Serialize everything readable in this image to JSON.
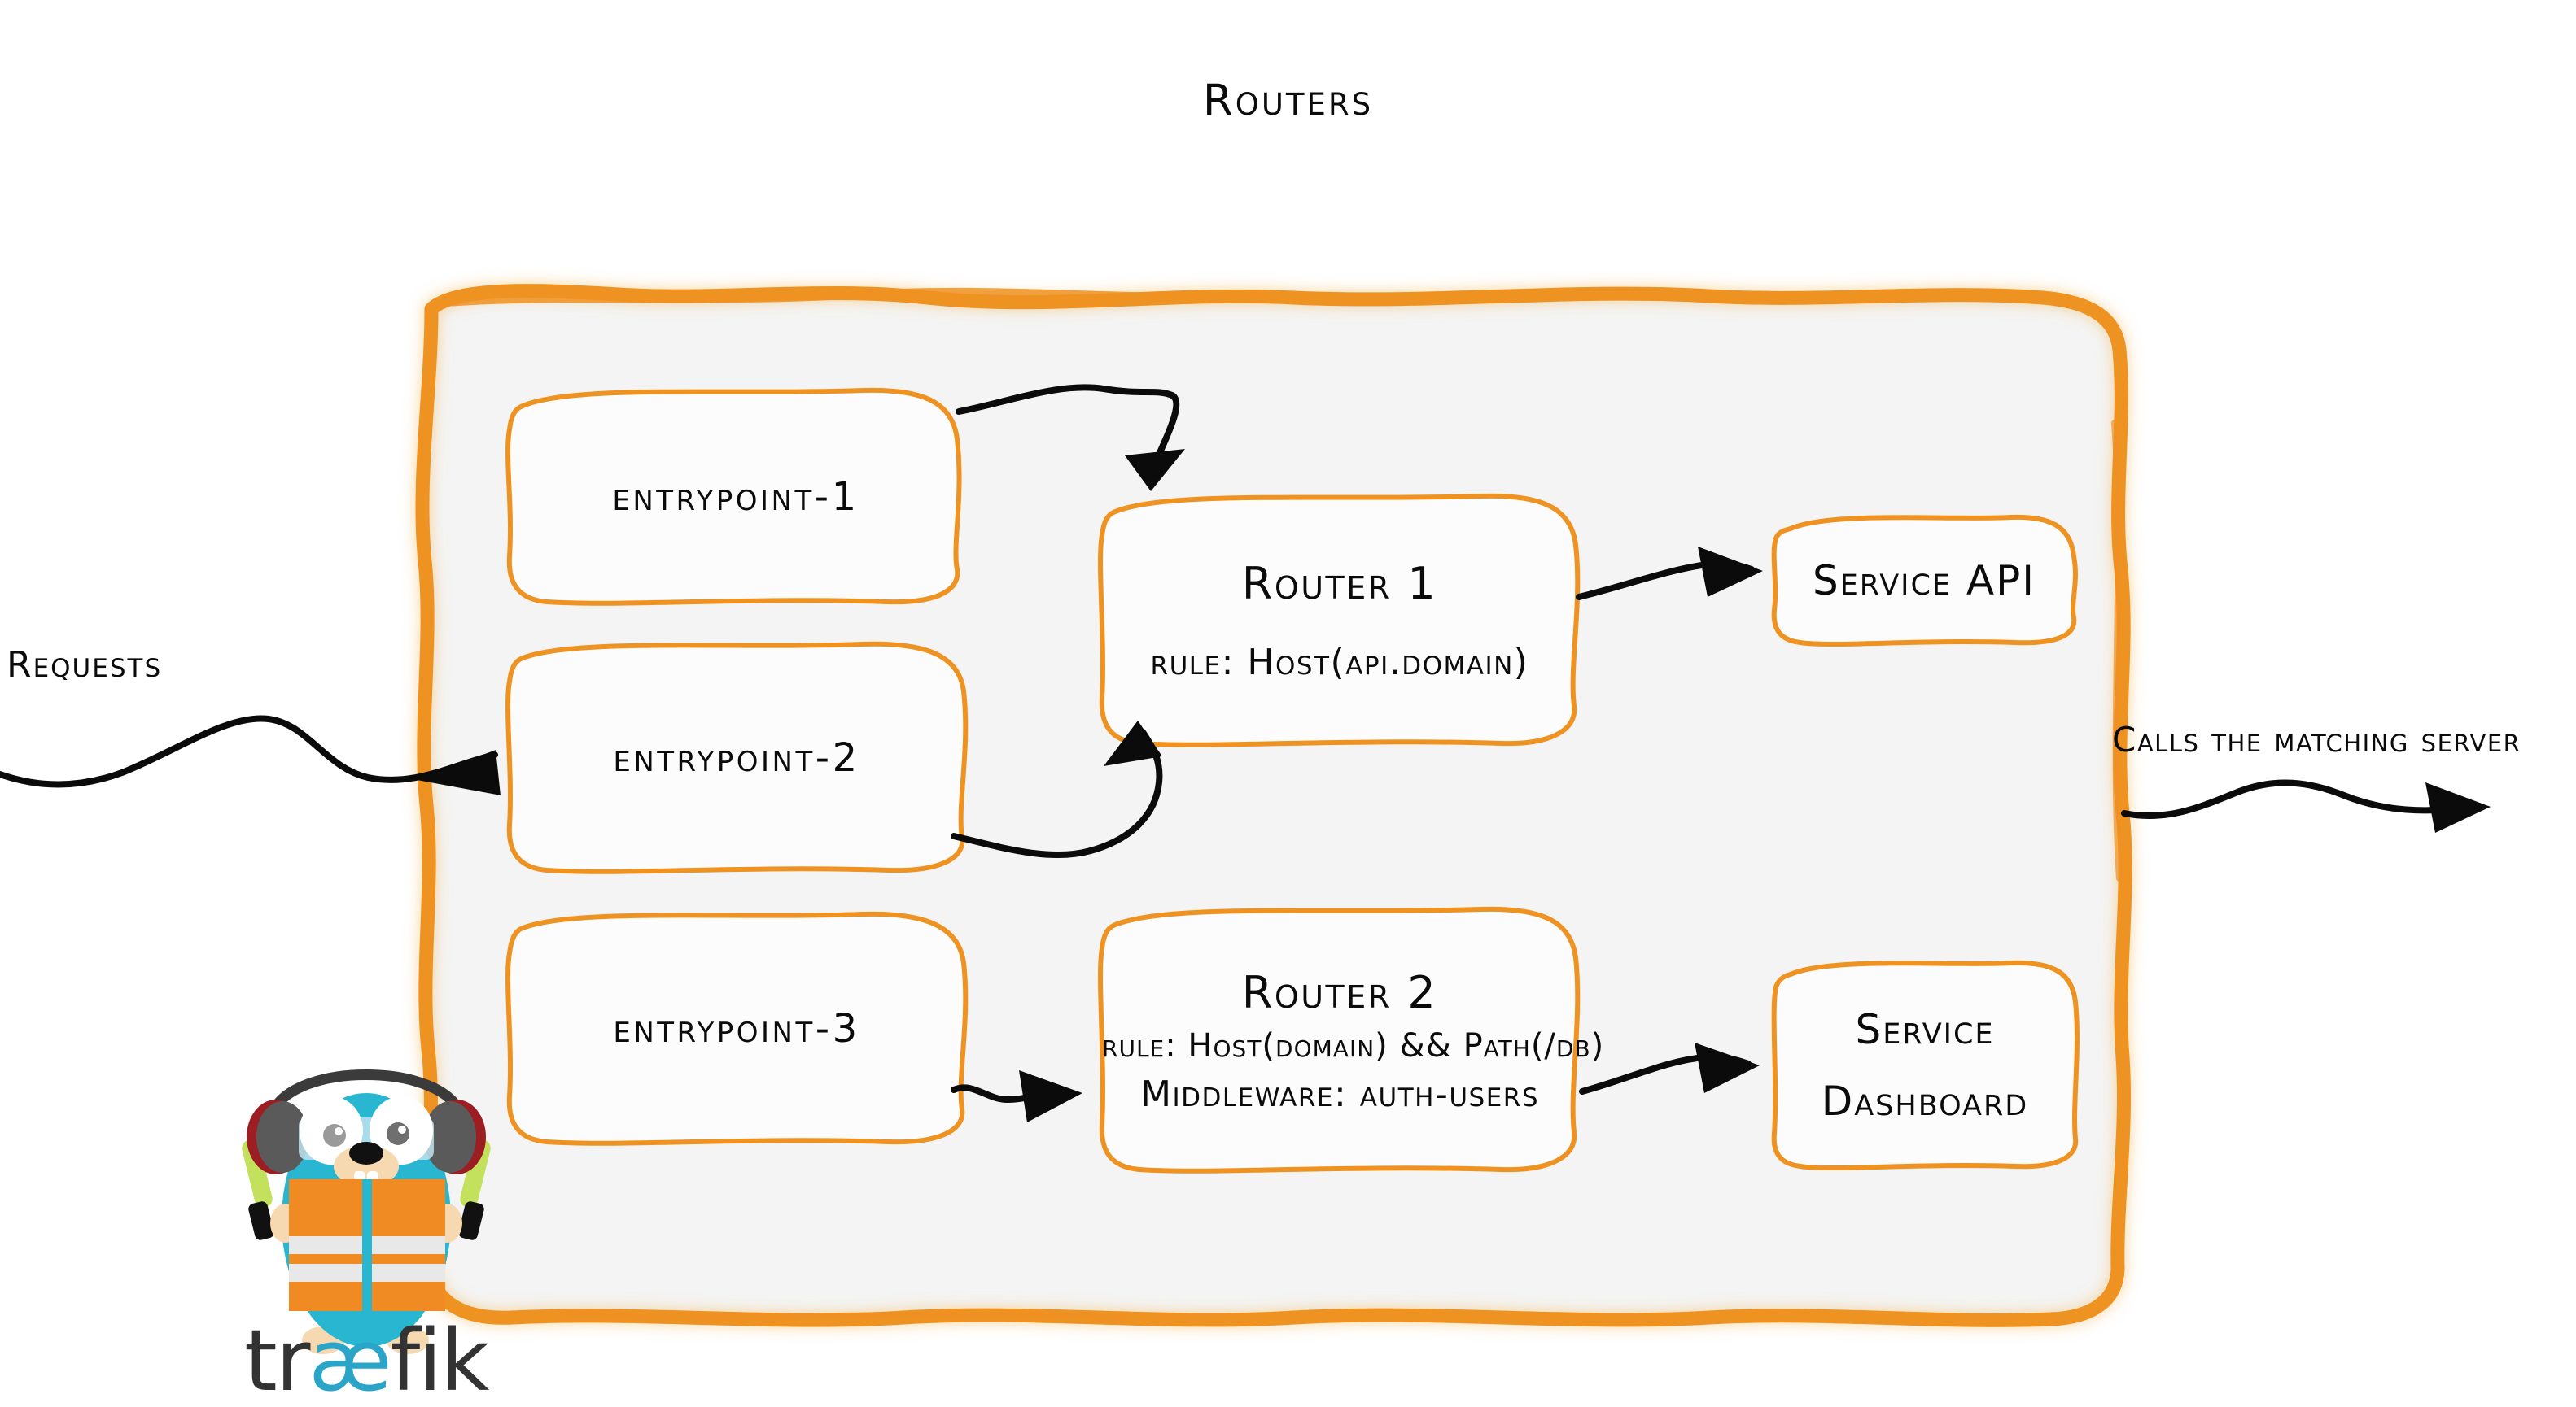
{
  "diagram": {
    "title": "Routers",
    "theme": {
      "orange": "#ee9222",
      "panel_fill": "#f4f4f4",
      "box_fill": "#fcfcfc",
      "ink": "#0b0b0b",
      "logo_dark": "#333333",
      "logo_cyan": "#2aa5c7",
      "gopher_body": "#29b6d1",
      "gopher_vest": "#ef8b22",
      "gopher_wand": "#c4e15e"
    },
    "left_caption": "Requests",
    "right_caption": "Calls the matching server",
    "entrypoints": [
      {
        "label": "entrypoint-1"
      },
      {
        "label": "entrypoint-2"
      },
      {
        "label": "entrypoint-3"
      }
    ],
    "routers": [
      {
        "name": "Router 1",
        "lines": [
          "rule: Host(api.domain)"
        ]
      },
      {
        "name": "Router 2",
        "lines": [
          "rule: Host(domain) && Path(/db)",
          "Middleware: auth-users"
        ]
      }
    ],
    "services": [
      {
        "lines": [
          "Service API"
        ]
      },
      {
        "lines": [
          "Service",
          "Dashboard"
        ]
      }
    ],
    "logo": {
      "word_part1": "tr",
      "word_ae": "æ",
      "word_part2": "fik",
      "mascot": "traefik-gopher-mascot"
    },
    "connections": [
      {
        "from": "entrypoint-1",
        "to": "Router 1"
      },
      {
        "from": "entrypoint-2",
        "to": "Router 1"
      },
      {
        "from": "entrypoint-3",
        "to": "Router 2"
      },
      {
        "from": "Router 1",
        "to": "Service API"
      },
      {
        "from": "Router 2",
        "to": "Service Dashboard"
      },
      {
        "from": "Requests",
        "to": "routers-panel"
      },
      {
        "from": "routers-panel",
        "to": "matching-server"
      }
    ]
  }
}
